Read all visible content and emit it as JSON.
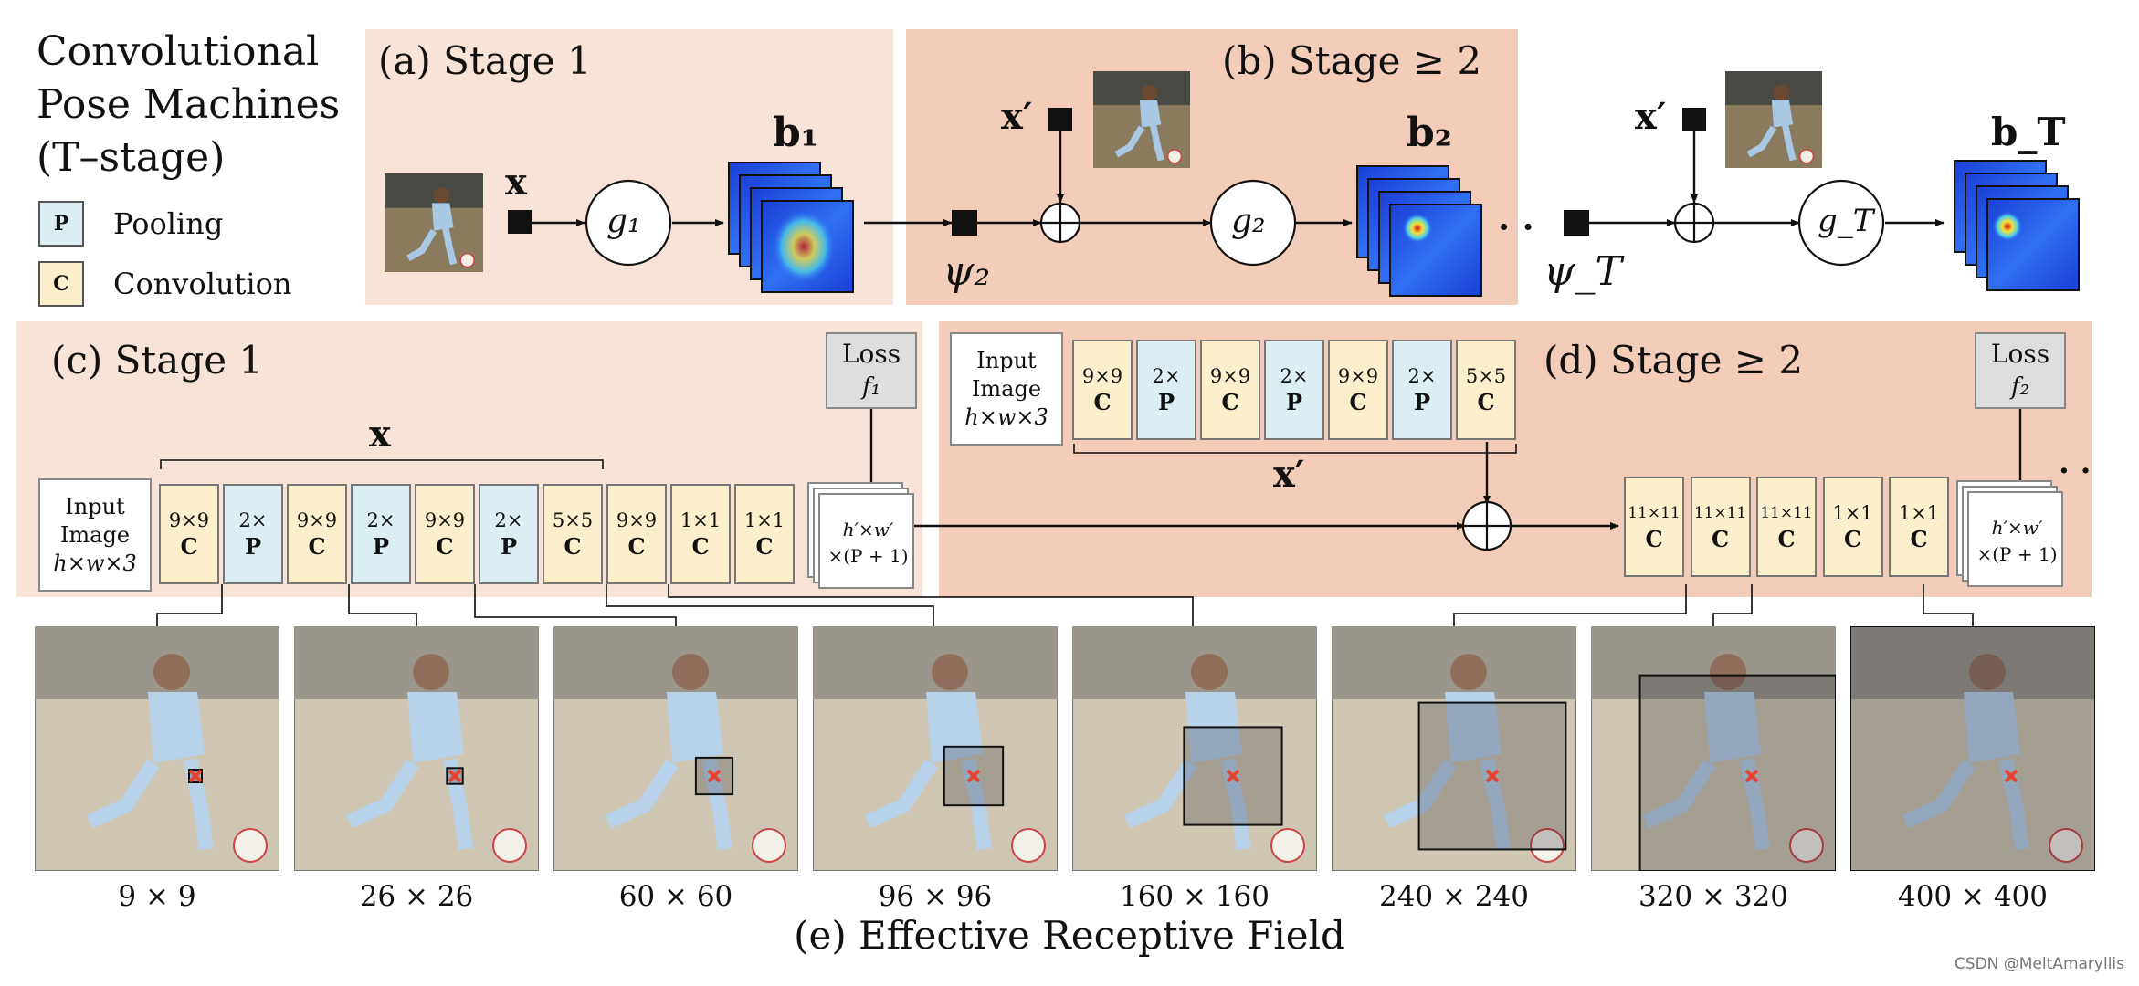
{
  "title": {
    "line1": "Convolutional",
    "line2": "Pose Machines",
    "line3": "(T–stage)"
  },
  "legend": {
    "pooling_symbol": "P",
    "pooling_label": "Pooling",
    "conv_symbol": "C",
    "conv_label": "Convolution"
  },
  "colors": {
    "panel_a": "#f8e3d8",
    "panel_b": "#f4cdba",
    "panel_c": "#f8e3d8",
    "panel_d": "#f4cdba",
    "conv_block": "#fbefcc",
    "pool_block": "#dcedf3",
    "loss_block": "#dedede",
    "marker": "#e8432e"
  },
  "panels": {
    "a": "(a) Stage 1",
    "b": "(b) Stage ≥ 2",
    "c": "(c) Stage 1",
    "d": "(d) Stage ≥ 2"
  },
  "symbols": {
    "x": "x",
    "x_prime": "x′",
    "g1": "g₁",
    "g2": "g₂",
    "gT": "g_T",
    "b1": "b₁",
    "b2": "b₂",
    "bT": "b_T",
    "psi2": "ψ₂",
    "psiT": "ψ_T",
    "ellipsis": "· ·"
  },
  "stage1_blocks": [
    {
      "size": "9×9",
      "type": "C"
    },
    {
      "size": "2×",
      "type": "P"
    },
    {
      "size": "9×9",
      "type": "C"
    },
    {
      "size": "2×",
      "type": "P"
    },
    {
      "size": "9×9",
      "type": "C"
    },
    {
      "size": "2×",
      "type": "P"
    },
    {
      "size": "5×5",
      "type": "C"
    },
    {
      "size": "9×9",
      "type": "C"
    },
    {
      "size": "1×1",
      "type": "C"
    },
    {
      "size": "1×1",
      "type": "C"
    }
  ],
  "stage2_feature_blocks": [
    {
      "size": "9×9",
      "type": "C"
    },
    {
      "size": "2×",
      "type": "P"
    },
    {
      "size": "9×9",
      "type": "C"
    },
    {
      "size": "2×",
      "type": "P"
    },
    {
      "size": "9×9",
      "type": "C"
    },
    {
      "size": "2×",
      "type": "P"
    },
    {
      "size": "5×5",
      "type": "C"
    }
  ],
  "stage2_blocks": [
    {
      "size": "11×11",
      "type": "C"
    },
    {
      "size": "11×11",
      "type": "C"
    },
    {
      "size": "11×11",
      "type": "C"
    },
    {
      "size": "1×1",
      "type": "C"
    },
    {
      "size": "1×1",
      "type": "C"
    }
  ],
  "input_image": {
    "line1": "Input",
    "line2": "Image",
    "line3": "h×w×3"
  },
  "loss1": {
    "label": "Loss",
    "f": "f₁"
  },
  "loss2": {
    "label": "Loss",
    "f": "f₂"
  },
  "output_map": {
    "line1": "h′×w′",
    "line2": "×(P + 1)"
  },
  "receptive_fields": [
    {
      "label": "9 × 9",
      "size": 9
    },
    {
      "label": "26 × 26",
      "size": 26
    },
    {
      "label": "60 × 60",
      "size": 60
    },
    {
      "label": "96 × 96",
      "size": 96
    },
    {
      "label": "160 × 160",
      "size": 160
    },
    {
      "label": "240 × 240",
      "size": 240
    },
    {
      "label": "320 × 320",
      "size": 320
    },
    {
      "label": "400 × 400",
      "size": 400
    }
  ],
  "bottom_title": "(e) Effective Receptive Field",
  "credit": "CSDN @MeltAmaryllis"
}
